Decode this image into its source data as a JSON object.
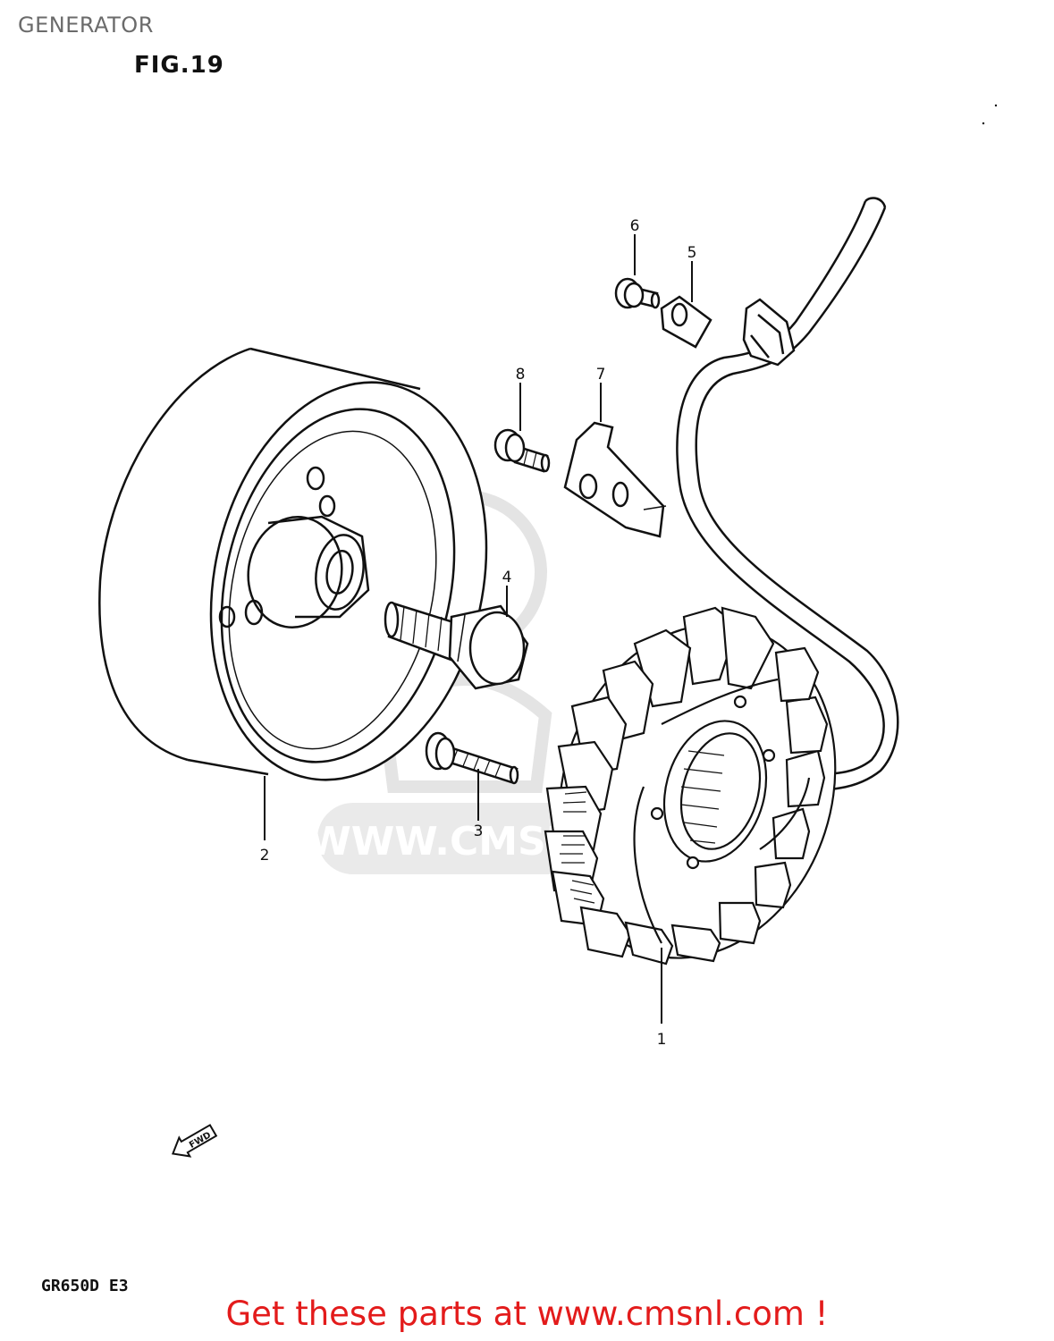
{
  "header": {
    "page_title": "GENERATOR",
    "figure_label": "FIG.19"
  },
  "callouts": [
    {
      "id": "1",
      "part": "stator"
    },
    {
      "id": "2",
      "part": "rotor"
    },
    {
      "id": "3",
      "part": "bolt"
    },
    {
      "id": "4",
      "part": "rotor-bolt"
    },
    {
      "id": "5",
      "part": "clamp"
    },
    {
      "id": "6",
      "part": "screw"
    },
    {
      "id": "7",
      "part": "plate"
    },
    {
      "id": "8",
      "part": "screw"
    }
  ],
  "fwd_label": "FWD",
  "watermark_text": "WWW.CMSNL.COM",
  "footer": {
    "model_code": "GR650D E3",
    "cta": "Get these parts at www.cmsnl.com !"
  },
  "colors": {
    "title_gray": "#6b6b6b",
    "line_black": "#111111",
    "cta_red": "#e31b1b",
    "watermark_gray": "#e4e4e4"
  }
}
